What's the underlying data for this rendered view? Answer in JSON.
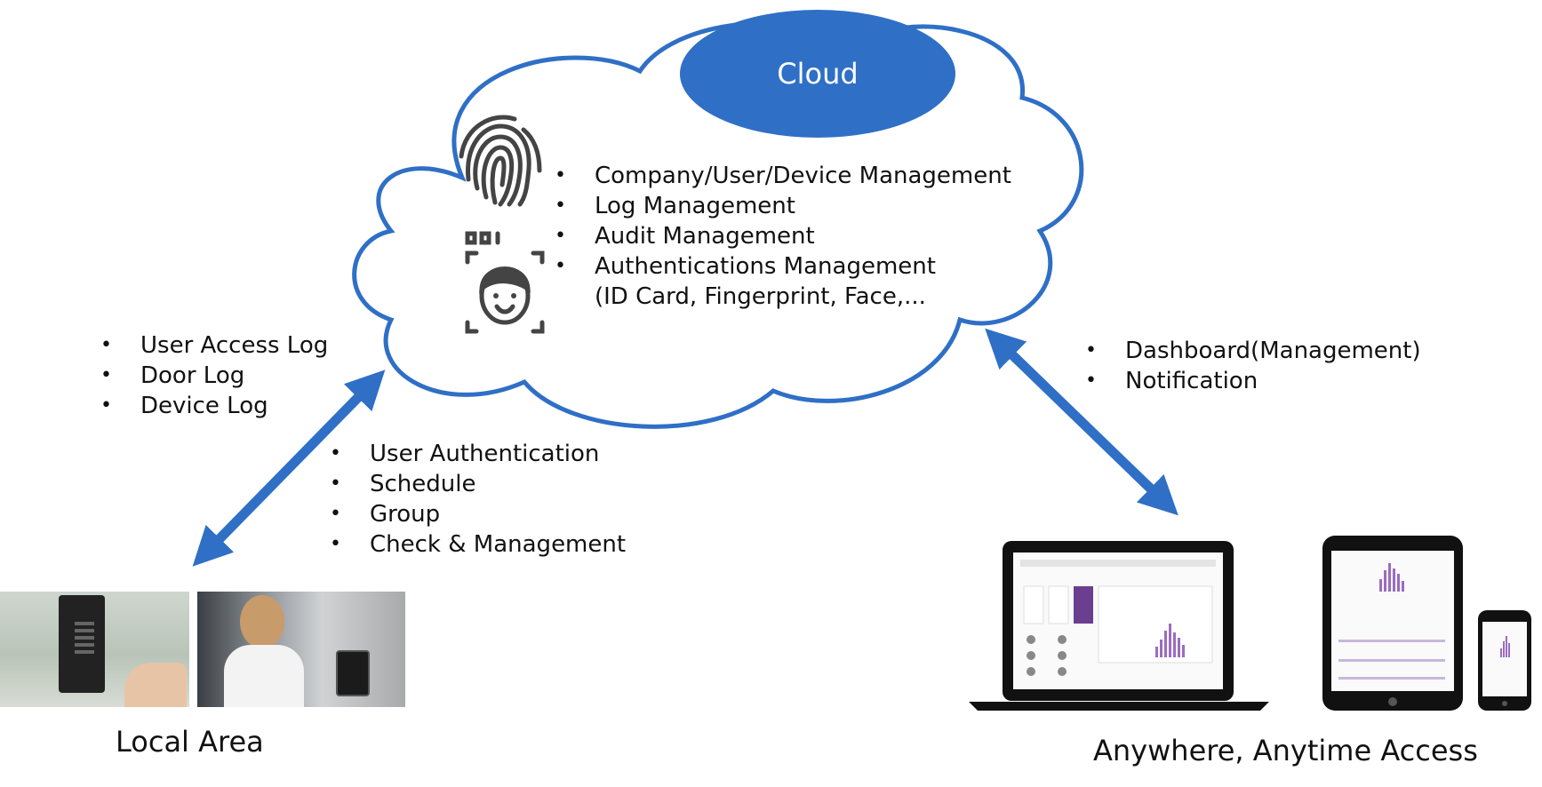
{
  "cloud": {
    "title": "Cloud",
    "features": [
      "Company/User/Device Management",
      "Log Management",
      "Audit Management",
      "Authentications Management",
      "(ID Card, Fingerprint, Face,..."
    ]
  },
  "local_to_cloud": {
    "items": [
      "User Access Log",
      "Door Log",
      "Device Log"
    ]
  },
  "cloud_to_local": {
    "items": [
      "User Authentication",
      "Schedule",
      "Group",
      "Check & Management"
    ]
  },
  "cloud_to_remote": {
    "items": [
      "Dashboard(Management)",
      "Notification"
    ]
  },
  "captions": {
    "local": "Local Area",
    "remote": "Anywhere, Anytime Access"
  },
  "colors": {
    "accent": "#2f6fc6",
    "cloud_stroke": "#2f6fc6",
    "device_body": "#111111",
    "chart_bars": "#9b6cc0"
  },
  "icons": [
    "fingerprint-icon",
    "face-recognition-icon",
    "bidirectional-arrow-icon"
  ]
}
